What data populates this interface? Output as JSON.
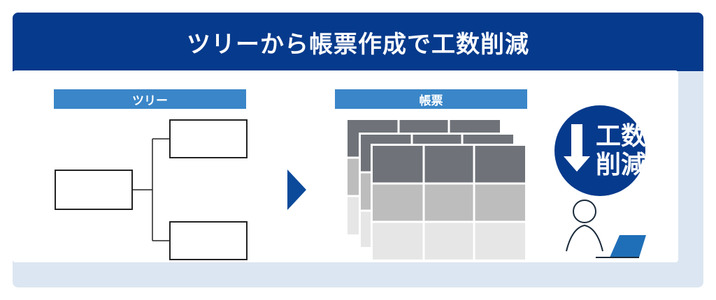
{
  "header": {
    "title": "ツリーから帳票作成で工数削減"
  },
  "tree": {
    "label": "ツリー"
  },
  "report": {
    "label": "帳票"
  },
  "result": {
    "line1": "工数",
    "line2": "削減"
  },
  "colors": {
    "title_bg": "#063a8c",
    "label_bg": "#3a86c8",
    "arrow": "#0b4a9a",
    "grid_dark": "#6f7379",
    "grid_mid": "#bdbdbd",
    "grid_light": "#e6e6e6",
    "laptop": "#1f6fb8"
  }
}
